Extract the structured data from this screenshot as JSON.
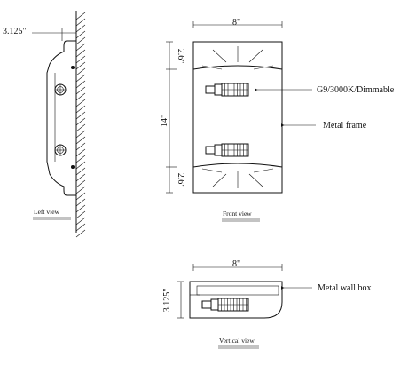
{
  "dimensions": {
    "left_depth": "3.125\"",
    "front_width": "8\"",
    "front_height": "14\"",
    "front_top_section": "2.6\"",
    "front_bottom_section": "2.6\"",
    "vertical_width": "8\"",
    "vertical_depth": "3.125\""
  },
  "callouts": {
    "lamp": "G9/3000K/Dimmable",
    "frame": "Metal frame",
    "wall_box": "Metal wall box"
  },
  "captions": {
    "left_view": "Left view",
    "front_view": "Front view",
    "vertical_view": "Vertical view"
  }
}
